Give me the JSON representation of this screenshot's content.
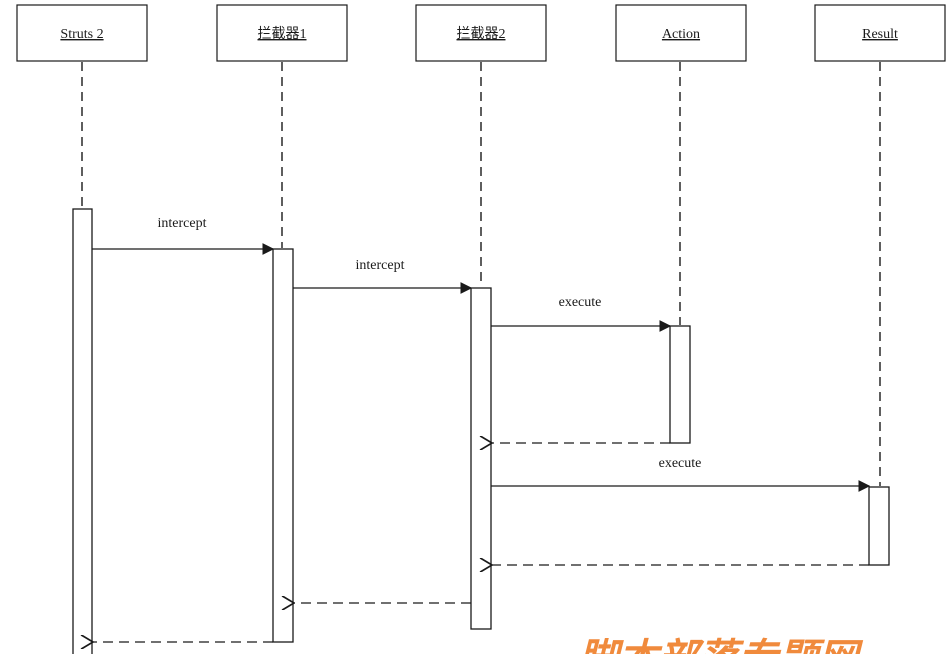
{
  "participants": [
    {
      "id": "struts2",
      "label": "Struts 2"
    },
    {
      "id": "interceptor1",
      "label": "拦截器1"
    },
    {
      "id": "interceptor2",
      "label": "拦截器2"
    },
    {
      "id": "action",
      "label": "Action"
    },
    {
      "id": "result",
      "label": "Result"
    }
  ],
  "messages": [
    {
      "id": "m1",
      "kind": "call",
      "from": "struts2",
      "to": "interceptor1",
      "label": "intercept"
    },
    {
      "id": "m2",
      "kind": "call",
      "from": "interceptor1",
      "to": "interceptor2",
      "label": "intercept"
    },
    {
      "id": "m3",
      "kind": "call",
      "from": "interceptor2",
      "to": "action",
      "label": "execute"
    },
    {
      "id": "m4",
      "kind": "return",
      "from": "action",
      "to": "interceptor2",
      "label": ""
    },
    {
      "id": "m5",
      "kind": "call",
      "from": "interceptor2",
      "to": "result",
      "label": "execute"
    },
    {
      "id": "m6",
      "kind": "return",
      "from": "result",
      "to": "interceptor2",
      "label": ""
    },
    {
      "id": "m7",
      "kind": "return",
      "from": "interceptor2",
      "to": "interceptor1",
      "label": ""
    },
    {
      "id": "m8",
      "kind": "return",
      "from": "interceptor1",
      "to": "struts2",
      "label": ""
    }
  ],
  "watermark": {
    "text": "脚本部落专题网"
  },
  "colors": {
    "ink": "#1a1a1a",
    "watermark": "#f08a3c",
    "background": "#ffffff"
  }
}
